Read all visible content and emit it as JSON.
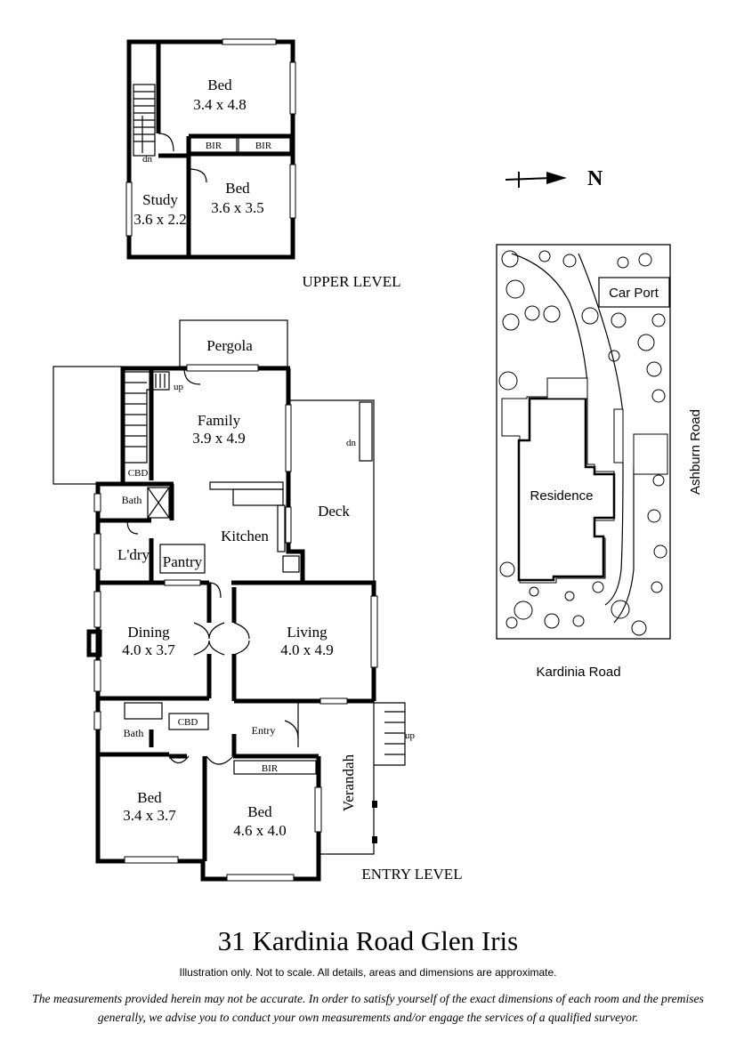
{
  "upper_level": {
    "heading": "UPPER LEVEL",
    "rooms": [
      {
        "name": "Bed",
        "dims": "3.4 x 4.8"
      },
      {
        "name": "Bed",
        "dims": "3.6 x 3.5"
      },
      {
        "name": "Study",
        "dims": "3.6 x 2.2"
      }
    ],
    "labels": {
      "bir_1": "BIR",
      "bir_2": "BIR",
      "stair_dn": "dn"
    }
  },
  "entry_level": {
    "heading": "ENTRY LEVEL",
    "rooms": {
      "pergola": "Pergola",
      "family": {
        "name": "Family",
        "dims": "3.9 x 4.9"
      },
      "deck": "Deck",
      "kitchen": "Kitchen",
      "pantry": "Pantry",
      "laundry": "L'dry",
      "bath_1": "Bath",
      "cbd_1": "CBD",
      "dining": {
        "name": "Dining",
        "dims": "4.0 x 3.7"
      },
      "living": {
        "name": "Living",
        "dims": "4.0 x 4.9"
      },
      "bath_2": "Bath",
      "cbd_2": "CBD",
      "entry": "Entry",
      "verandah": "Verandah",
      "bed_1": {
        "name": "Bed",
        "dims": "3.4 x 3.7"
      },
      "bed_2": {
        "name": "Bed",
        "dims": "4.6 x 4.0"
      },
      "bir": "BIR"
    },
    "labels": {
      "stair_up": "up",
      "deck_dn": "dn",
      "verandah_up": "up"
    }
  },
  "site_plan": {
    "car_port": "Car Port",
    "residence": "Residence",
    "street_south": "Kardinia Road",
    "street_east": "Ashburn Road"
  },
  "compass": {
    "label": "N"
  },
  "footer": {
    "title": "31 Kardinia Road Glen Iris",
    "disclaimer": "Illustration only. Not to scale. All details, areas and dimensions are approximate.",
    "legal": "The measurements provided herein may not be accurate. In order to satisfy yourself of the exact dimensions of each room and the premises generally, we advise you to conduct your own measurements and/or engage the services of a qualified surveyor."
  }
}
